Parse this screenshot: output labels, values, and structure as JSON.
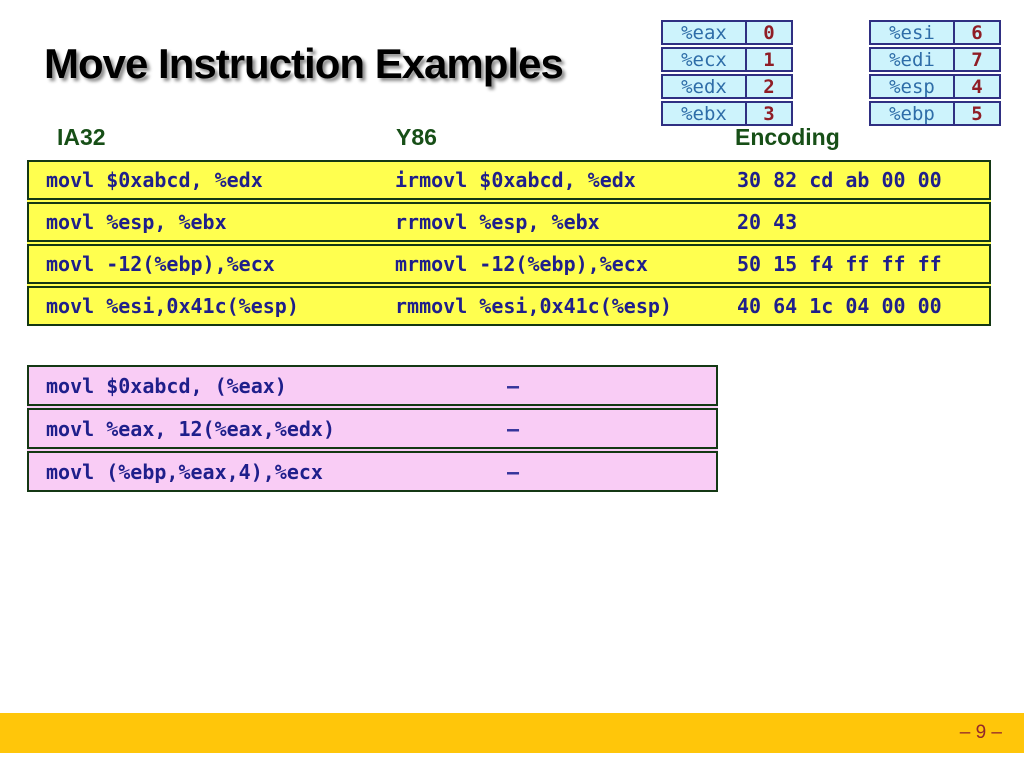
{
  "slide": {
    "title": "Move Instruction Examples",
    "page_number": "– 9 –"
  },
  "column_headers": {
    "ia32": "IA32",
    "y86": "Y86",
    "encoding": "Encoding"
  },
  "register_tables": [
    {
      "rows": [
        {
          "name": "%eax",
          "value": "0"
        },
        {
          "name": "%ecx",
          "value": "1"
        },
        {
          "name": "%edx",
          "value": "2"
        },
        {
          "name": "%ebx",
          "value": "3"
        }
      ]
    },
    {
      "rows": [
        {
          "name": "%esi",
          "value": "6"
        },
        {
          "name": "%edi",
          "value": "7"
        },
        {
          "name": "%esp",
          "value": "4"
        },
        {
          "name": "%ebp",
          "value": "5"
        }
      ]
    }
  ],
  "instruction_table": {
    "rows": [
      {
        "ia32": "movl $0xabcd, %edx",
        "y86": "irmovl $0xabcd, %edx",
        "encoding": "30 82 cd ab 00 00"
      },
      {
        "ia32": "movl %esp, %ebx",
        "y86": "rrmovl %esp, %ebx",
        "encoding": "20 43"
      },
      {
        "ia32": "movl -12(%ebp),%ecx",
        "y86": "mrmovl -12(%ebp),%ecx",
        "encoding": "50 15 f4 ff ff ff"
      },
      {
        "ia32": "movl %esi,0x41c(%esp)",
        "y86": "rmmovl %esi,0x41c(%esp)",
        "encoding": "40 64 1c 04 00 00"
      }
    ]
  },
  "unsupported_table": {
    "rows": [
      {
        "ia32": "movl $0xabcd, (%eax)",
        "y86": "—"
      },
      {
        "ia32": "movl %eax, 12(%eax,%edx)",
        "y86": "—"
      },
      {
        "ia32": "movl (%ebp,%eax,4),%ecx",
        "y86": "—"
      }
    ]
  },
  "colors": {
    "valid_table_bg": "#FFFF4F",
    "unsupported_table_bg": "#F9CCF5",
    "register_table_bg": "#CDF3FC",
    "register_table_border": "#2F2F82",
    "instruction_table_border": "#143814",
    "header_green": "#174F17",
    "code_navy": "#1F1F8B",
    "register_number_red": "#8F1D26",
    "footer_bar_gold": "#FFC60A",
    "page_number_red": "#93272B"
  }
}
